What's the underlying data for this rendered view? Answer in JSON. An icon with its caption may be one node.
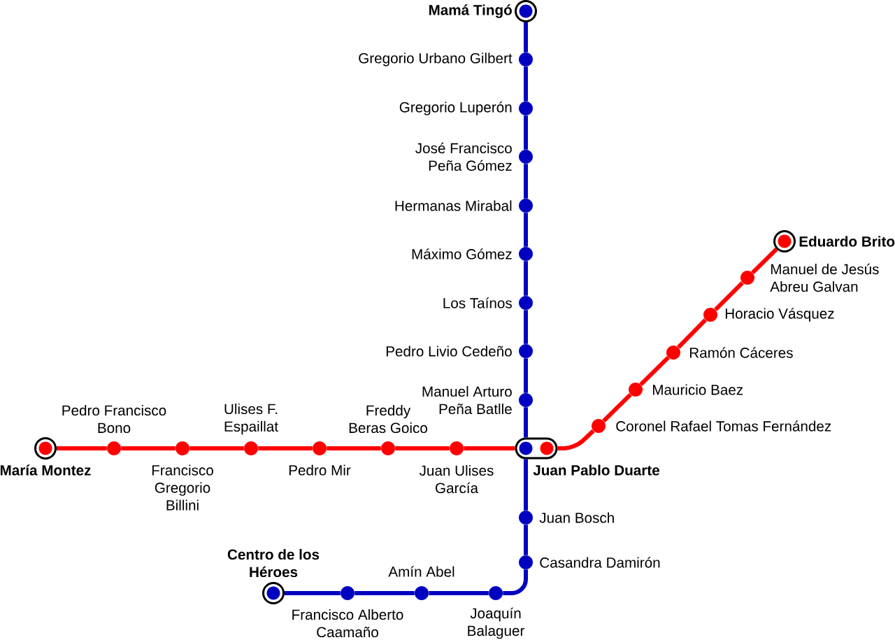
{
  "diagram": {
    "nodes": [
      {
        "text": [],
        "shape": "circle",
        "beside": [
          "Mamá Tingó"
        ]
      },
      {
        "text": [],
        "shape": "circle",
        "beside": [
          "Gregorio Urbano Gilbert"
        ]
      },
      {
        "text": [],
        "shape": "circle",
        "beside": [
          "Gregorio Luperón"
        ]
      },
      {
        "text": [],
        "shape": "circle",
        "beside": [
          "José Francisco Peña Gómez"
        ]
      },
      {
        "text": [],
        "shape": "circle",
        "beside": [
          "Hermanas Mirabal"
        ]
      },
      {
        "text": [],
        "shape": "circle",
        "beside": [
          "Máximo Gómez"
        ]
      },
      {
        "text": [],
        "shape": "circle",
        "beside": [
          "Los Taínos"
        ]
      },
      {
        "text": [],
        "shape": "circle",
        "beside": [
          "Pedro Livio Cedeño"
        ]
      },
      {
        "text": [],
        "shape": "circle",
        "beside": [
          "Manuel Arturo Peña Batlle"
        ]
      },
      {
        "text": [],
        "shape": "box",
        "beside": [
          "Juan Pablo Duarte"
        ]
      },
      {
        "text": [],
        "shape": "circle",
        "beside": [
          "Juan Bosch"
        ]
      },
      {
        "text": [],
        "shape": "circle",
        "beside": [
          "Casandra Damirón"
        ]
      },
      {
        "text": [],
        "shape": "circle",
        "beside": [
          "Joaquín Balaguer"
        ]
      },
      {
        "text": [],
        "shape": "circle",
        "beside": [
          "Amín Abel"
        ]
      },
      {
        "text": [],
        "shape": "circle",
        "beside": [
          "Francisco Alberto Caamaño"
        ]
      },
      {
        "text": [],
        "shape": "circle",
        "beside": [
          "Centro de los Héroes"
        ]
      },
      {
        "text": [],
        "shape": "circle",
        "beside": [
          "María Montez"
        ]
      },
      {
        "text": [],
        "shape": "circle",
        "beside": [
          "Pedro Francisco Bono"
        ]
      },
      {
        "text": [],
        "shape": "circle",
        "beside": [
          "Francisco Gregorio Billini"
        ]
      },
      {
        "text": [],
        "shape": "circle",
        "beside": [
          "Ulises F. Espaillat"
        ]
      },
      {
        "text": [],
        "shape": "circle",
        "beside": [
          "Pedro Mir"
        ]
      },
      {
        "text": [],
        "shape": "circle",
        "beside": [
          "Freddy Beras Goico"
        ]
      },
      {
        "text": [],
        "shape": "circle",
        "beside": [
          "Juan Ulises García"
        ]
      },
      {
        "text": [],
        "shape": "circle",
        "beside": [
          "Coronel Rafael Tomas Fernández"
        ]
      },
      {
        "text": [],
        "shape": "circle",
        "beside": [
          "Mauricio Baez"
        ]
      },
      {
        "text": [],
        "shape": "circle",
        "beside": [
          "Ramón Cáceres"
        ]
      },
      {
        "text": [],
        "shape": "circle",
        "beside": [
          "Horacio Vásquez"
        ]
      },
      {
        "text": [],
        "shape": "circle",
        "beside": [
          "Manuel de Jesús Abreu Galvan"
        ]
      },
      {
        "text": [],
        "shape": "circle",
        "beside": [
          "Eduardo Brito"
        ]
      }
    ],
    "edges": [
      {
        "from": 0,
        "to": 1,
        "arrow": "none"
      },
      {
        "from": 1,
        "to": 2,
        "arrow": "none"
      },
      {
        "from": 2,
        "to": 3,
        "arrow": "none"
      },
      {
        "from": 3,
        "to": 4,
        "arrow": "none"
      },
      {
        "from": 4,
        "to": 5,
        "arrow": "none"
      },
      {
        "from": 5,
        "to": 6,
        "arrow": "none"
      },
      {
        "from": 6,
        "to": 7,
        "arrow": "none"
      },
      {
        "from": 7,
        "to": 8,
        "arrow": "none"
      },
      {
        "from": 8,
        "to": 9,
        "arrow": "none"
      },
      {
        "from": 9,
        "to": 10,
        "arrow": "none"
      },
      {
        "from": 10,
        "to": 11,
        "arrow": "none"
      },
      {
        "from": 11,
        "to": 12,
        "arrow": "none"
      },
      {
        "from": 12,
        "to": 13,
        "arrow": "none"
      },
      {
        "from": 13,
        "to": 14,
        "arrow": "none"
      },
      {
        "from": 14,
        "to": 15,
        "arrow": "none"
      },
      {
        "from": 16,
        "to": 17,
        "arrow": "none",
        "color": "#ff0000"
      },
      {
        "from": 17,
        "to": 18,
        "arrow": "none",
        "color": "#ff0000"
      },
      {
        "from": 18,
        "to": 19,
        "arrow": "none",
        "color": "#ff0000"
      },
      {
        "from": 19,
        "to": 20,
        "arrow": "none",
        "color": "#ff0000"
      },
      {
        "from": 20,
        "to": 21,
        "arrow": "none",
        "color": "#ff0000"
      },
      {
        "from": 21,
        "to": 22,
        "arrow": "none",
        "color": "#ff0000"
      },
      {
        "from": 22,
        "to": 9,
        "arrow": "none",
        "color": "#ff0000"
      },
      {
        "from": 9,
        "to": 23,
        "arrow": "none",
        "color": "#ff0000"
      },
      {
        "from": 23,
        "to": 24,
        "arrow": "none",
        "color": "#ff0000"
      },
      {
        "from": 24,
        "to": 25,
        "arrow": "none",
        "color": "#ff0000"
      },
      {
        "from": 25,
        "to": 26,
        "arrow": "none",
        "color": "#ff0000"
      },
      {
        "from": 26,
        "to": 27,
        "arrow": "none",
        "color": "#ff0000"
      },
      {
        "from": 27,
        "to": 28,
        "arrow": "none",
        "color": "#ff0000"
      }
    ]
  }
}
